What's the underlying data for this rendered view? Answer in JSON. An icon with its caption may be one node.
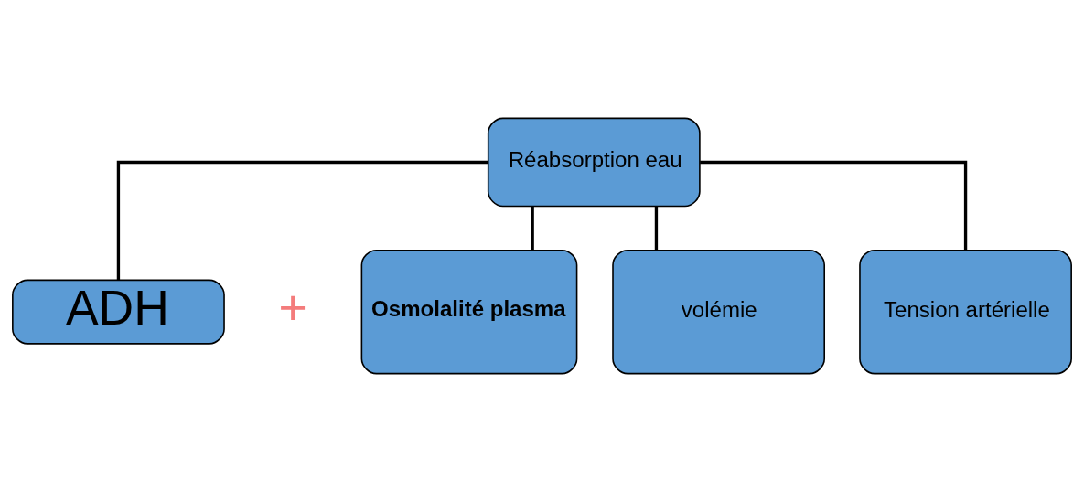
{
  "diagram": {
    "nodes": [
      {
        "text": [
          "Réabsorption eau"
        ]
      },
      {
        "text": [
          "ADH"
        ]
      },
      {
        "text": [
          "Osmolalité plasma"
        ]
      },
      {
        "text": [
          "volémie"
        ]
      },
      {
        "text": [
          "Tension artérielle"
        ]
      }
    ],
    "edges": [
      {
        "from": 0,
        "to": 1,
        "arrow": "none"
      },
      {
        "from": 0,
        "to": 2,
        "arrow": "none"
      },
      {
        "from": 0,
        "to": 3,
        "arrow": "none"
      },
      {
        "from": 0,
        "to": 4,
        "arrow": "none"
      }
    ],
    "labels": [
      "+"
    ]
  }
}
